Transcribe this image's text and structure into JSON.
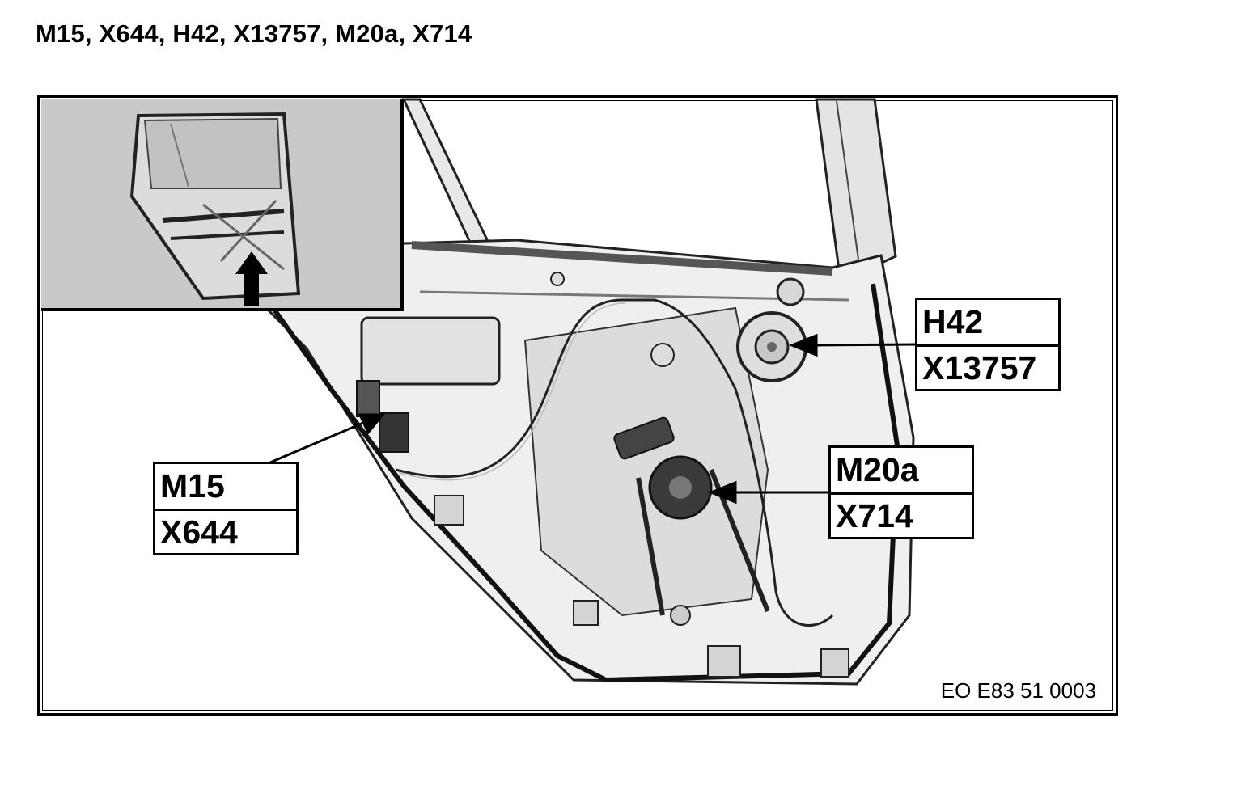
{
  "header": {
    "title": "M15, X644, H42, X13757, M20a, X714"
  },
  "figure": {
    "code": "EO E83 51 0003",
    "callouts": {
      "speaker": {
        "component": "H42",
        "connector": "X13757"
      },
      "lock": {
        "component": "M15",
        "connector": "X644"
      },
      "window_motor": {
        "component": "M20a",
        "connector": "X714"
      }
    }
  },
  "icons": {
    "inset_arrow": "up-arrow-icon"
  }
}
